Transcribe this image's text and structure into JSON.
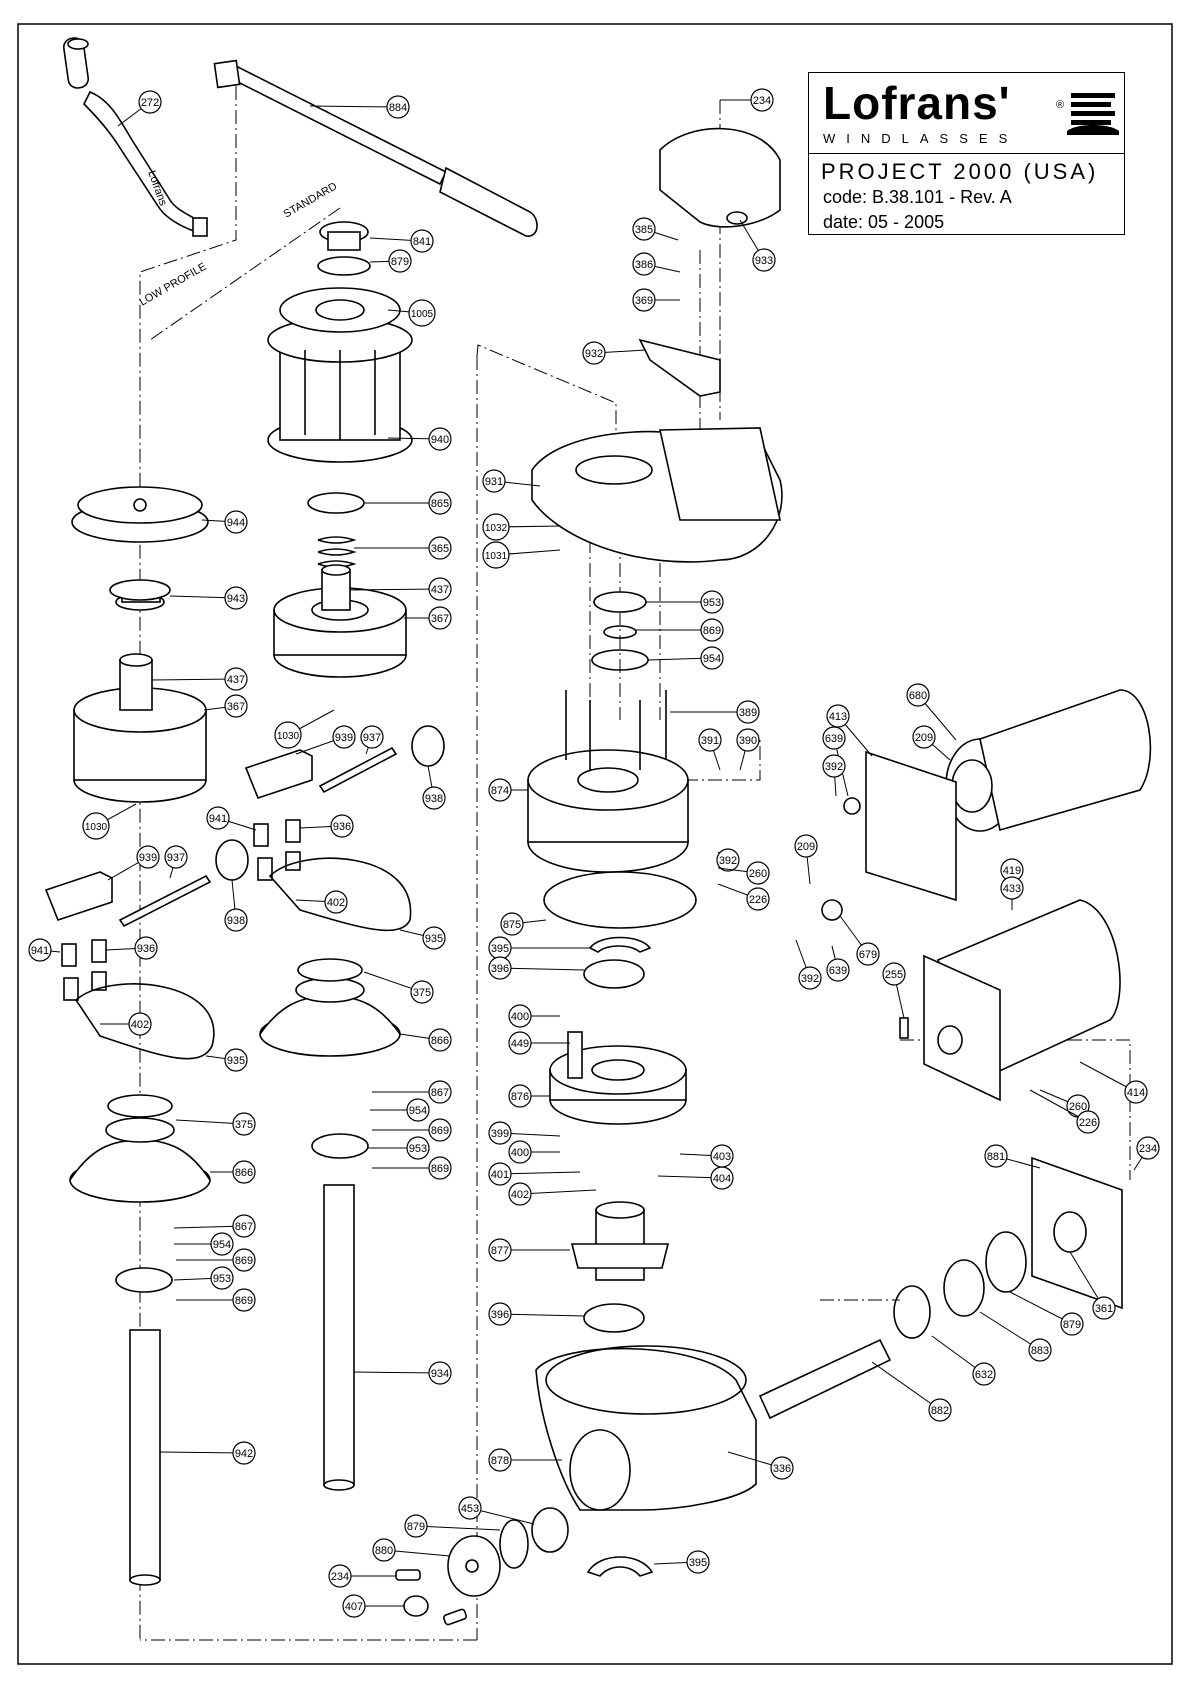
{
  "title_block": {
    "brand": "Lofrans'",
    "registered": "®",
    "subtitle": "WINDLASSES",
    "project": "PROJECT 2000 (USA)",
    "code": "code: B.38.101 - Rev. A",
    "date": "date: 05 - 2005"
  },
  "notes": {
    "standard": "STANDARD",
    "low_profile": "LOW PROFILE",
    "handle_brand": "Lofrans"
  },
  "callouts": [
    {
      "id": "c272",
      "label": "272"
    },
    {
      "id": "c884",
      "label": "884"
    },
    {
      "id": "c234a",
      "label": "234"
    },
    {
      "id": "c933",
      "label": "933"
    },
    {
      "id": "c385",
      "label": "385"
    },
    {
      "id": "c386",
      "label": "386"
    },
    {
      "id": "c369",
      "label": "369"
    },
    {
      "id": "c932",
      "label": "932"
    },
    {
      "id": "c841",
      "label": "841"
    },
    {
      "id": "c879a",
      "label": "879"
    },
    {
      "id": "c1005",
      "label": "1005"
    },
    {
      "id": "c940",
      "label": "940"
    },
    {
      "id": "c944",
      "label": "944"
    },
    {
      "id": "c865",
      "label": "865"
    },
    {
      "id": "c365",
      "label": "365"
    },
    {
      "id": "c437a",
      "label": "437"
    },
    {
      "id": "c367a",
      "label": "367"
    },
    {
      "id": "c943",
      "label": "943"
    },
    {
      "id": "c437b",
      "label": "437"
    },
    {
      "id": "c367b",
      "label": "367"
    },
    {
      "id": "c1030a",
      "label": "1030"
    },
    {
      "id": "c1030b",
      "label": "1030"
    },
    {
      "id": "c939a",
      "label": "939"
    },
    {
      "id": "c937a",
      "label": "937"
    },
    {
      "id": "c938a",
      "label": "938"
    },
    {
      "id": "c941a",
      "label": "941"
    },
    {
      "id": "c936a",
      "label": "936"
    },
    {
      "id": "c939b",
      "label": "939"
    },
    {
      "id": "c937b",
      "label": "937"
    },
    {
      "id": "c938b",
      "label": "938"
    },
    {
      "id": "c402a",
      "label": "402"
    },
    {
      "id": "c935a",
      "label": "935"
    },
    {
      "id": "c941b",
      "label": "941"
    },
    {
      "id": "c936b",
      "label": "936"
    },
    {
      "id": "c402b",
      "label": "402"
    },
    {
      "id": "c935b",
      "label": "935"
    },
    {
      "id": "c375a",
      "label": "375"
    },
    {
      "id": "c866a",
      "label": "866"
    },
    {
      "id": "c375b",
      "label": "375"
    },
    {
      "id": "c866b",
      "label": "866"
    },
    {
      "id": "c867a",
      "label": "867"
    },
    {
      "id": "c954a",
      "label": "954"
    },
    {
      "id": "c869a",
      "label": "869"
    },
    {
      "id": "c953a",
      "label": "953"
    },
    {
      "id": "c869b",
      "label": "869"
    },
    {
      "id": "c867b",
      "label": "867"
    },
    {
      "id": "c954b",
      "label": "954"
    },
    {
      "id": "c869c",
      "label": "869"
    },
    {
      "id": "c953b",
      "label": "953"
    },
    {
      "id": "c869d",
      "label": "869"
    },
    {
      "id": "c934",
      "label": "934"
    },
    {
      "id": "c942",
      "label": "942"
    },
    {
      "id": "c931",
      "label": "931"
    },
    {
      "id": "c1032",
      "label": "1032"
    },
    {
      "id": "c1031",
      "label": "1031"
    },
    {
      "id": "c953c",
      "label": "953"
    },
    {
      "id": "c869e",
      "label": "869"
    },
    {
      "id": "c954c",
      "label": "954"
    },
    {
      "id": "c389",
      "label": "389"
    },
    {
      "id": "c391",
      "label": "391"
    },
    {
      "id": "c390",
      "label": "390"
    },
    {
      "id": "c874",
      "label": "874"
    },
    {
      "id": "c392a",
      "label": "392"
    },
    {
      "id": "c260a",
      "label": "260"
    },
    {
      "id": "c226a",
      "label": "226"
    },
    {
      "id": "c875",
      "label": "875"
    },
    {
      "id": "c395a",
      "label": "395"
    },
    {
      "id": "c396a",
      "label": "396"
    },
    {
      "id": "c400a",
      "label": "400"
    },
    {
      "id": "c449",
      "label": "449"
    },
    {
      "id": "c876",
      "label": "876"
    },
    {
      "id": "c399",
      "label": "399"
    },
    {
      "id": "c400b",
      "label": "400"
    },
    {
      "id": "c401",
      "label": "401"
    },
    {
      "id": "c402c",
      "label": "402"
    },
    {
      "id": "c403",
      "label": "403"
    },
    {
      "id": "c404",
      "label": "404"
    },
    {
      "id": "c877",
      "label": "877"
    },
    {
      "id": "c396b",
      "label": "396"
    },
    {
      "id": "c878",
      "label": "878"
    },
    {
      "id": "c336",
      "label": "336"
    },
    {
      "id": "c453",
      "label": "453"
    },
    {
      "id": "c879b",
      "label": "879"
    },
    {
      "id": "c880",
      "label": "880"
    },
    {
      "id": "c234b",
      "label": "234"
    },
    {
      "id": "c407",
      "label": "407"
    },
    {
      "id": "c395b",
      "label": "395"
    },
    {
      "id": "c680",
      "label": "680"
    },
    {
      "id": "c413",
      "label": "413"
    },
    {
      "id": "c639a",
      "label": "639"
    },
    {
      "id": "c392b",
      "label": "392"
    },
    {
      "id": "c209a",
      "label": "209"
    },
    {
      "id": "c209b",
      "label": "209"
    },
    {
      "id": "c419",
      "label": "419"
    },
    {
      "id": "c433",
      "label": "433"
    },
    {
      "id": "c679",
      "label": "679"
    },
    {
      "id": "c392c",
      "label": "392"
    },
    {
      "id": "c639b",
      "label": "639"
    },
    {
      "id": "c255",
      "label": "255"
    },
    {
      "id": "c414",
      "label": "414"
    },
    {
      "id": "c260b",
      "label": "260"
    },
    {
      "id": "c226b",
      "label": "226"
    },
    {
      "id": "c881",
      "label": "881"
    },
    {
      "id": "c234c",
      "label": "234"
    },
    {
      "id": "c361",
      "label": "361"
    },
    {
      "id": "c879c",
      "label": "879"
    },
    {
      "id": "c883",
      "label": "883"
    },
    {
      "id": "c632",
      "label": "632"
    },
    {
      "id": "c882",
      "label": "882"
    }
  ]
}
